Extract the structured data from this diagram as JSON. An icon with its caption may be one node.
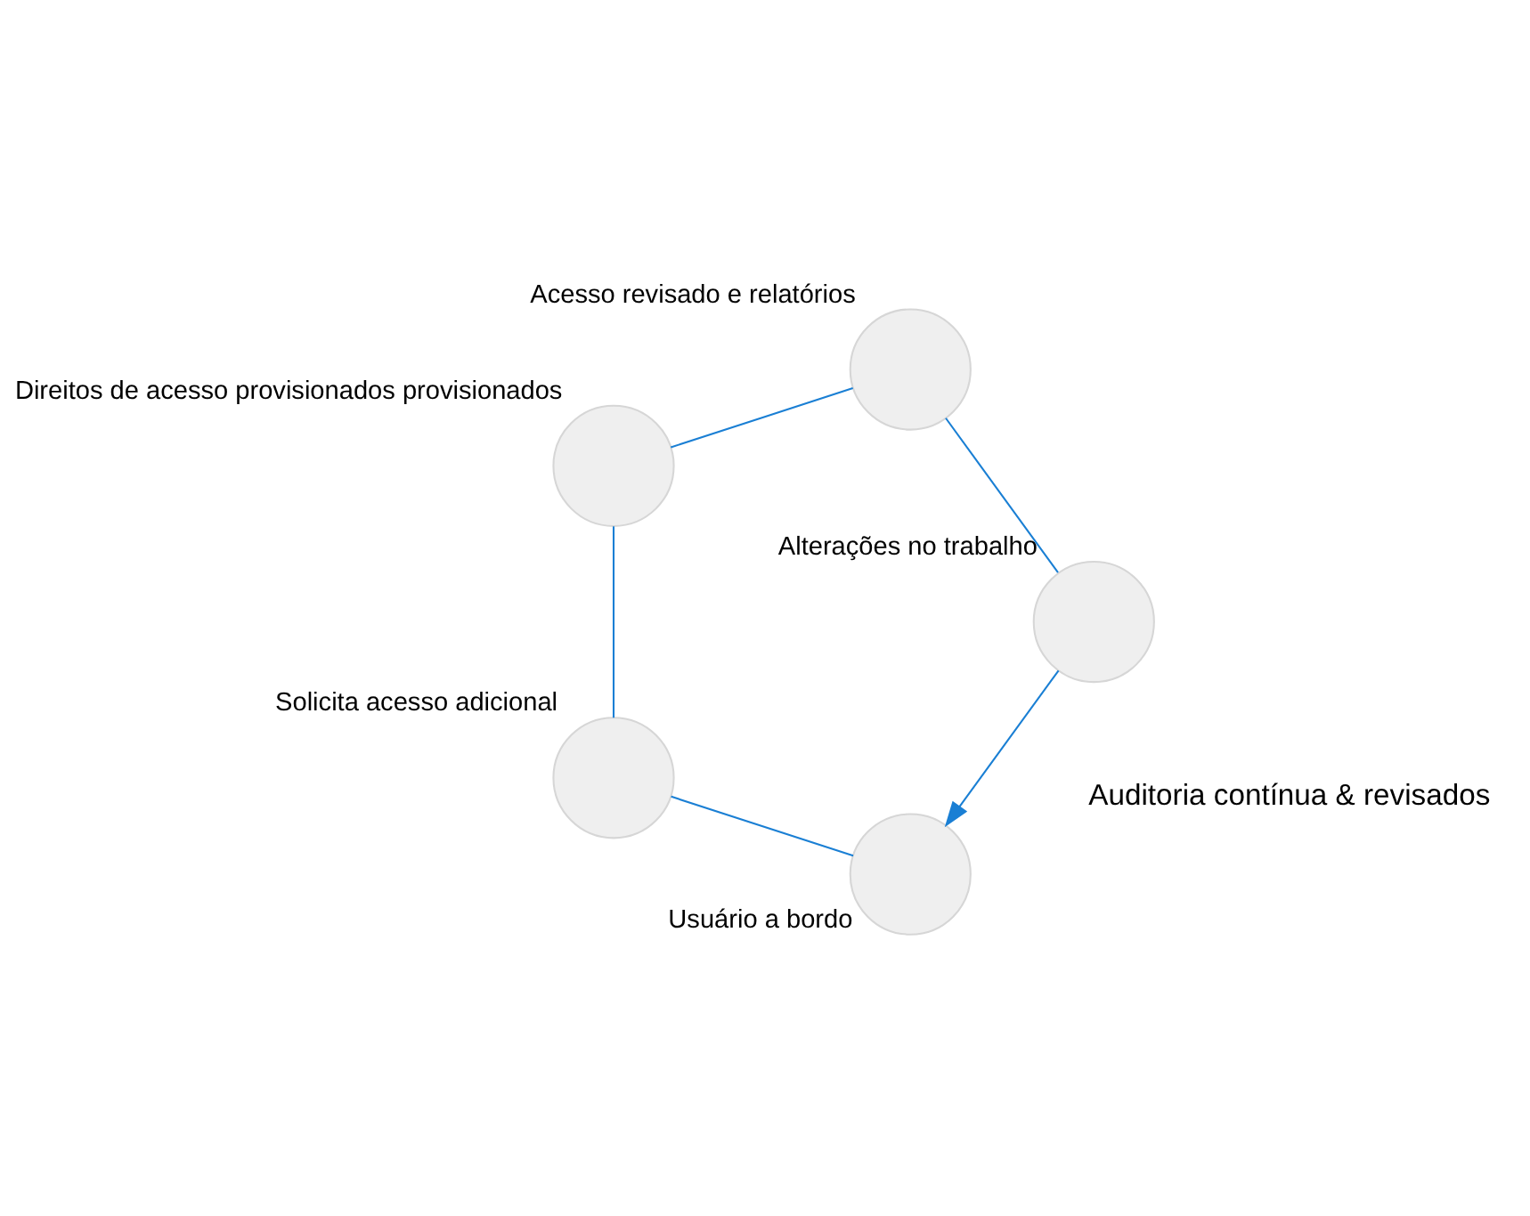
{
  "diagram": {
    "nodes": [
      {
        "text": [],
        "shape": "circle",
        "beside": [
          "Usuário a bordo"
        ]
      },
      {
        "text": [],
        "shape": "circle",
        "beside": [
          "Alterações no trabalho"
        ]
      },
      {
        "text": [],
        "shape": "circle",
        "beside": [
          "Acesso revisado e relatórios"
        ]
      },
      {
        "text": [],
        "shape": "circle",
        "beside": [
          "Solicita acesso adicional"
        ]
      },
      {
        "text": [],
        "shape": "circle",
        "beside": [
          "Direitos de acesso provisionados provisionados"
        ]
      }
    ],
    "edges": [
      {
        "from": 0,
        "to": 3,
        "arrow": "none"
      },
      {
        "from": 3,
        "to": 4,
        "arrow": "none"
      },
      {
        "from": 4,
        "to": 2,
        "arrow": "none"
      },
      {
        "from": 2,
        "to": 1,
        "arrow": "none"
      },
      {
        "from": 1,
        "to": 0,
        "arrow": "to"
      }
    ],
    "labels": [
      "Auditoria contínua & revisados"
    ]
  }
}
